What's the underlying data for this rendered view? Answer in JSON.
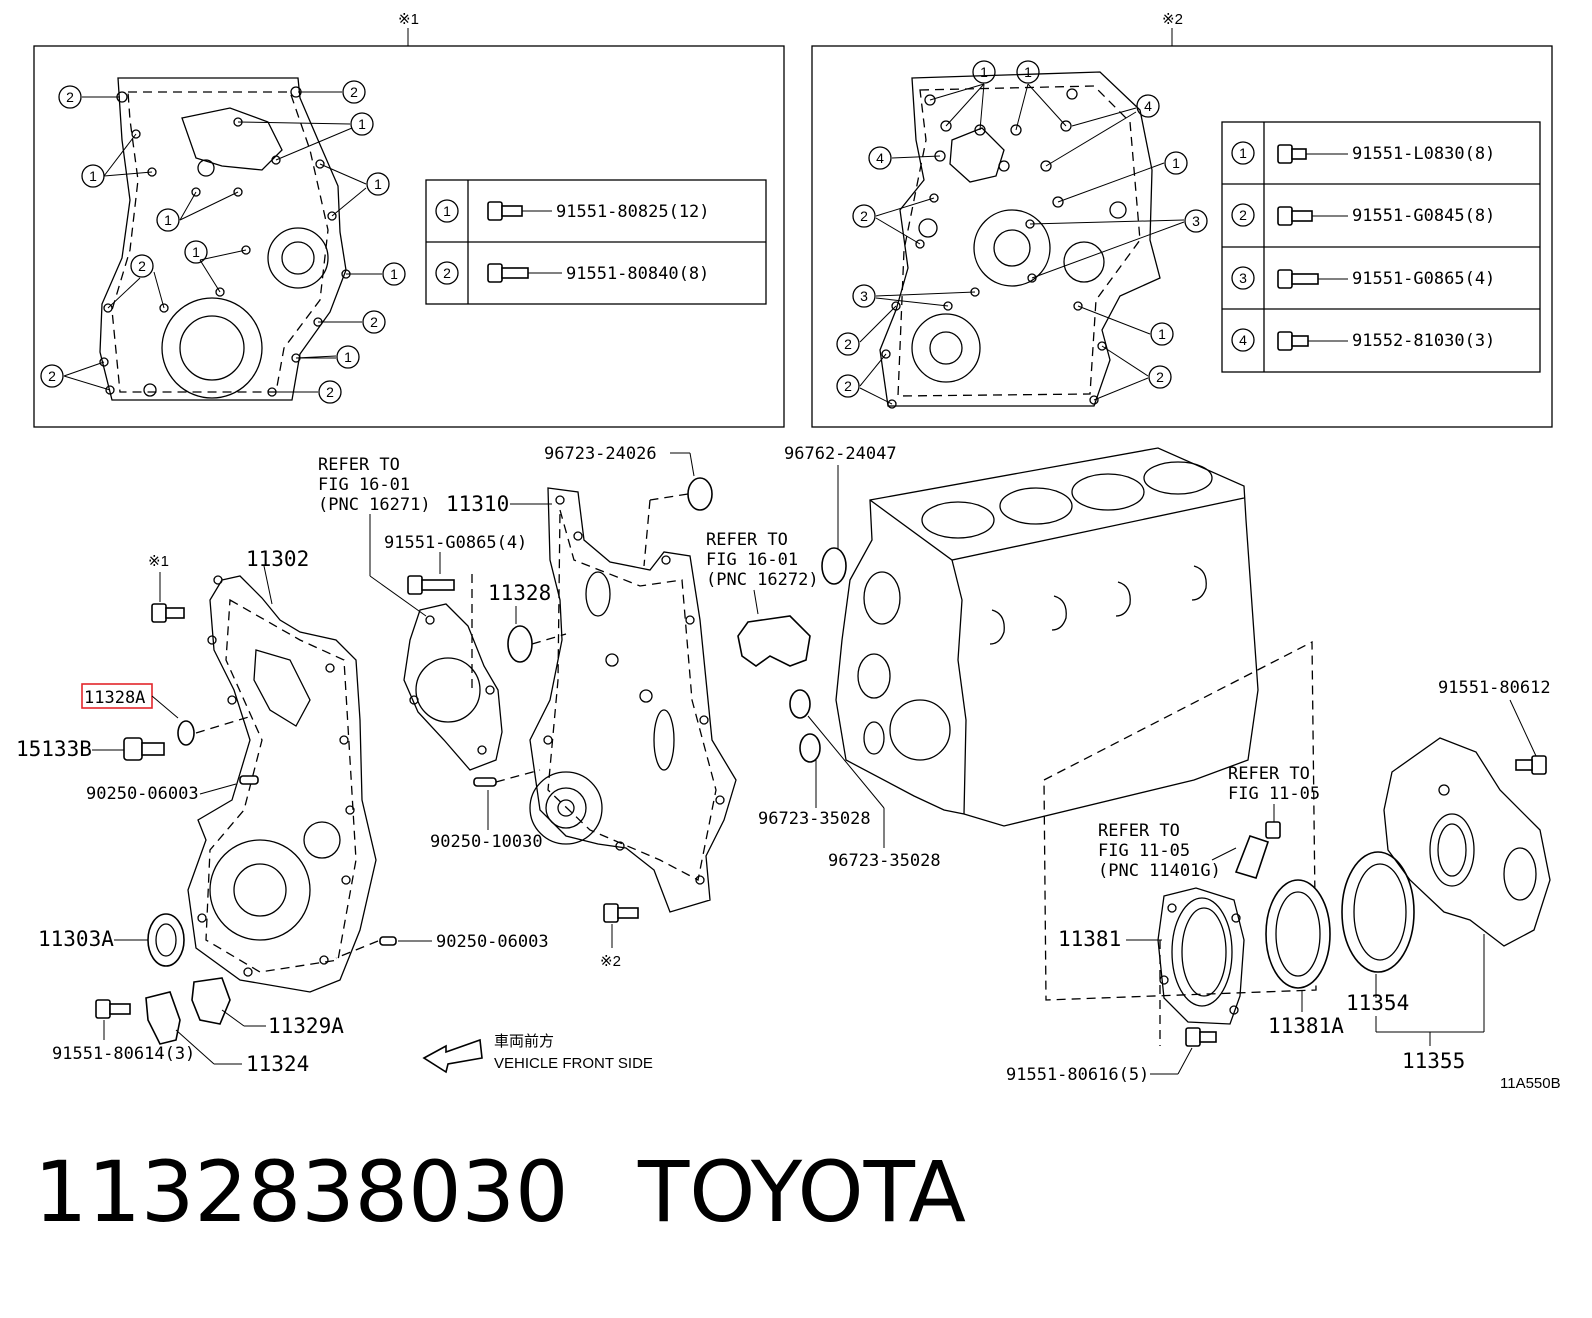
{
  "detail_panel_1": {
    "marker": "※1",
    "rows": [
      {
        "num": "1",
        "part": "91551-80825(12)"
      },
      {
        "num": "2",
        "part": "91551-80840(8)"
      }
    ]
  },
  "detail_panel_2": {
    "marker": "※2",
    "rows": [
      {
        "num": "1",
        "part": "91551-L0830(8)"
      },
      {
        "num": "2",
        "part": "91551-G0845(8)"
      },
      {
        "num": "3",
        "part": "91551-G0865(4)"
      },
      {
        "num": "4",
        "part": "91552-81030(3)"
      }
    ]
  },
  "labels": {
    "p11302": "11302",
    "p11328a": "11328A",
    "p15133b": "15133B",
    "p90250_06003_a": "90250-06003",
    "p11303a": "11303A",
    "p90250_06003_b": "90250-06003",
    "p11329a": "11329A",
    "p91551_80614": "91551-80614(3)",
    "p11324": "11324",
    "mark1_left": "※1",
    "mark2_bottom": "※2",
    "refer_a_1": "REFER TO",
    "refer_a_2": "FIG 16-01",
    "refer_a_3": "(PNC 16271)",
    "p11310": "11310",
    "p91551_g0865": "91551-G0865(4)",
    "p11328": "11328",
    "p96723_24026": "96723-24026",
    "refer_b_1": "REFER TO",
    "refer_b_2": "FIG 16-01",
    "refer_b_3": "(PNC 16272)",
    "p96762_24047": "96762-24047",
    "p90250_10030": "90250-10030",
    "p96723_35028_a": "96723-35028",
    "p96723_35028_b": "96723-35028",
    "p91551_80612": "91551-80612",
    "refer_c_1": "REFER TO",
    "refer_c_2": "FIG 11-05",
    "refer_d_1": "REFER TO",
    "refer_d_2": "FIG 11-05",
    "refer_d_3": "(PNC 11401G)",
    "p11381": "11381",
    "p11381a": "11381A",
    "p11354": "11354",
    "p11355": "11355",
    "p91551_80616": "91551-80616(5)",
    "front_jp": "車両前方",
    "front_en": "VEHICLE FRONT SIDE",
    "diagram_code": "11A550B"
  },
  "callouts_panel_1": [
    "2",
    "2",
    "1",
    "1",
    "1",
    "1",
    "1",
    "1",
    "2",
    "1",
    "2",
    "1",
    "2",
    "2"
  ],
  "callouts_panel_2": [
    "1",
    "1",
    "4",
    "4",
    "1",
    "2",
    "3",
    "2",
    "3",
    "1",
    "2",
    "2"
  ],
  "footer": {
    "part_number": "1132838030",
    "brand": "TOYOTA"
  },
  "colors": {
    "line": "#000000",
    "highlight": "#e3262b",
    "background": "#ffffff"
  }
}
